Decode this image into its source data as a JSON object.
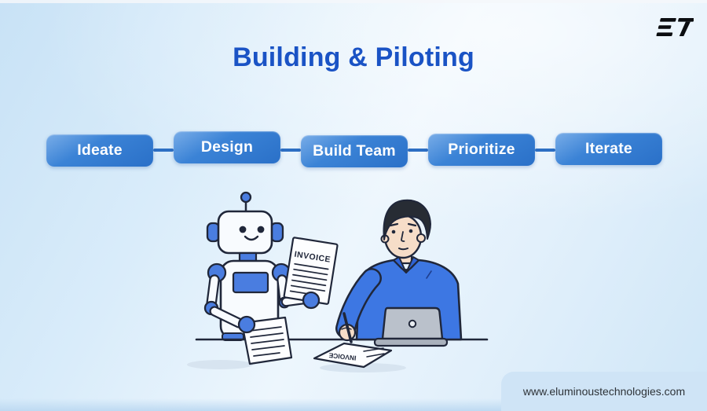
{
  "slide": {
    "logo": {
      "text": "ET"
    },
    "title": {
      "text": "Building & Piloting",
      "color": "#1a53c5"
    },
    "flow": {
      "steps": [
        {
          "label": "Ideate"
        },
        {
          "label": "Design"
        },
        {
          "label": "Build Team"
        },
        {
          "label": "Prioritize"
        },
        {
          "label": "Iterate"
        }
      ],
      "box_color_top": "#79ade8",
      "box_color_bottom": "#2a70c8",
      "connector_color": "#2d6fc3",
      "text_color": "#ffffff"
    },
    "illustration": {
      "held_invoice_label": "INVOICE",
      "desk_invoice_label": "INVOICE",
      "robot_accent_color": "#4a7de0",
      "person_shirt_color": "#3d77e3",
      "outline_color": "#20273a",
      "laptop_color": "#bac1cb",
      "skin_color": "#f6ddc8"
    },
    "footer": {
      "website": "www.eluminoustechnologies.com",
      "badge_color": "#cfe4f6"
    },
    "background": {
      "top": "#c8e2f6",
      "middle": "#edf6fd",
      "bottom": "#cfe6f7"
    }
  }
}
